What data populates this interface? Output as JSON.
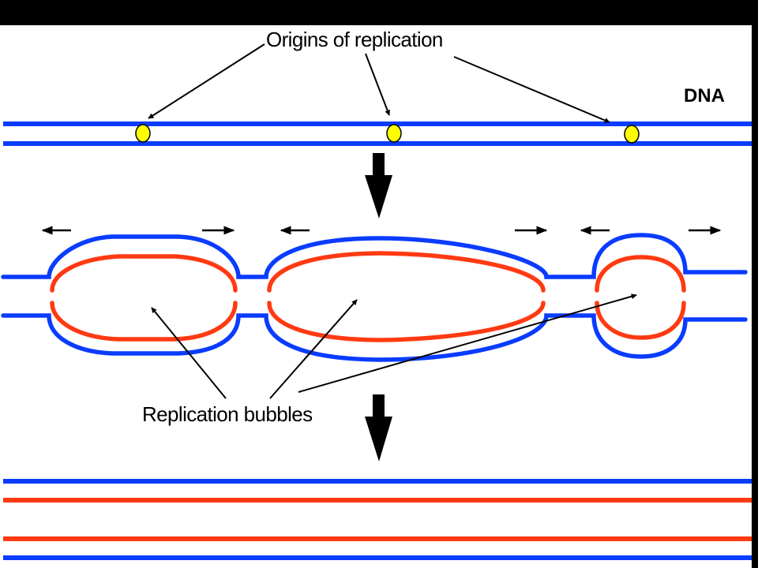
{
  "labels": {
    "origins": "Origins of replication",
    "dna": "DNA",
    "bubbles": "Replication bubbles"
  },
  "colors": {
    "background_frame": "#000000",
    "panel": "#ffffff",
    "parent_strand": "#0a3cff",
    "new_strand": "#ff3a12",
    "origin": "#ffff00",
    "arrow": "#000000"
  },
  "icons": {
    "step_arrow": "down-arrow-icon",
    "fork_direction": "direction-arrow-icon"
  }
}
